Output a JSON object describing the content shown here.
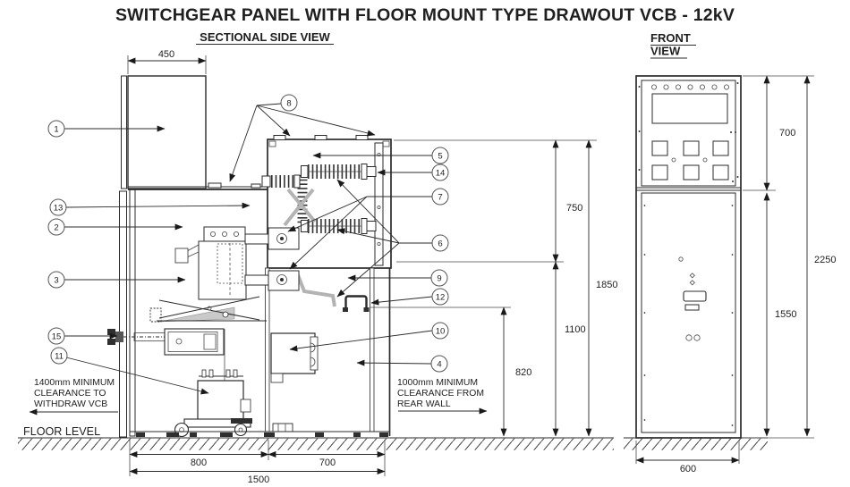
{
  "title": "SWITCHGEAR PANEL WITH FLOOR MOUNT TYPE DRAWOUT VCB - 12kV",
  "views": {
    "side_label": "SECTIONAL SIDE VIEW",
    "front_label_line1": "FRONT",
    "front_label_line2": "VIEW"
  },
  "dimensions": {
    "side": {
      "cable_box_width": "450",
      "busbar_chamber_height": "750",
      "overall_height": "1850",
      "lower_section_height": "1100",
      "termination_height": "820",
      "front_depth": "800",
      "rear_depth": "700",
      "total_depth": "1500"
    },
    "front": {
      "lv_compartment_height": "700",
      "door_height": "1550",
      "total_height": "2250",
      "panel_width": "600"
    }
  },
  "notes": {
    "withdraw": [
      "1400mm MINIMUM",
      "CLEARANCE TO",
      "WITHDRAW VCB"
    ],
    "rear": [
      "1000mm MINIMUM",
      "CLEARANCE FROM",
      "REAR WALL"
    ],
    "floor_level": "FLOOR LEVEL"
  },
  "balloons": {
    "b1": "1",
    "b2": "2",
    "b3": "3",
    "b4": "4",
    "b5": "5",
    "b6": "6",
    "b7": "7",
    "b8": "8",
    "b9": "9",
    "b10": "10",
    "b11": "11",
    "b12": "12",
    "b13": "13",
    "b14": "14",
    "b15": "15"
  },
  "colors": {
    "line": "#2b2b2b",
    "busbar_fill": "#b3b3b3",
    "background": "#ffffff"
  }
}
